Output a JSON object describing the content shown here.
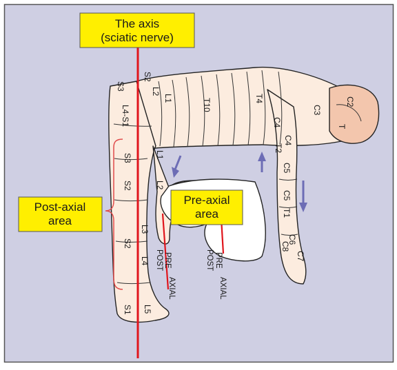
{
  "callouts": {
    "axis_line1": "The axis",
    "axis_line2": "(sciatic nerve)",
    "post_axial_line1": "Post-axial",
    "post_axial_line2": "area",
    "pre_axial_line1": "Pre-axial",
    "pre_axial_line2": "area"
  },
  "dermatomes": {
    "s2_top": "S2",
    "s3_top": "S3",
    "l2_back": "L2",
    "l1_back": "L1",
    "t10": "T10",
    "t4": "T4",
    "c2": "C2",
    "c3": "C3",
    "c4_a": "C4",
    "c4_b": "C4",
    "t2": "T2",
    "c5_a": "C5",
    "c5_b": "C5",
    "t1": "T1",
    "c6": "C6",
    "c7": "C7",
    "c8": "C8",
    "l4_s1": "L4-S1",
    "s3_leg": "S3",
    "s2_leg_a": "S2",
    "s2_leg_b": "S2",
    "s1": "S1",
    "l1_leg": "L1",
    "l2_leg": "L2",
    "l3": "L3",
    "l4": "L4",
    "l5": "L5",
    "t_face": "T"
  },
  "axial_lines": {
    "pre_a": "PRE",
    "post_a": "POST",
    "axial_a": "AXIAL",
    "pre_b": "PRE",
    "post_b": "POST",
    "axial_b": "AXIAL"
  },
  "colors": {
    "frame_bg": "#cfcfe3",
    "frame_border": "#555555",
    "skin": "#fcecdf",
    "face": "#f3c6ad",
    "axis_line": "#e0151c",
    "callout_fill": "#ffef00",
    "arrow": "#6d6db5",
    "bracket": "#e04a4a"
  }
}
